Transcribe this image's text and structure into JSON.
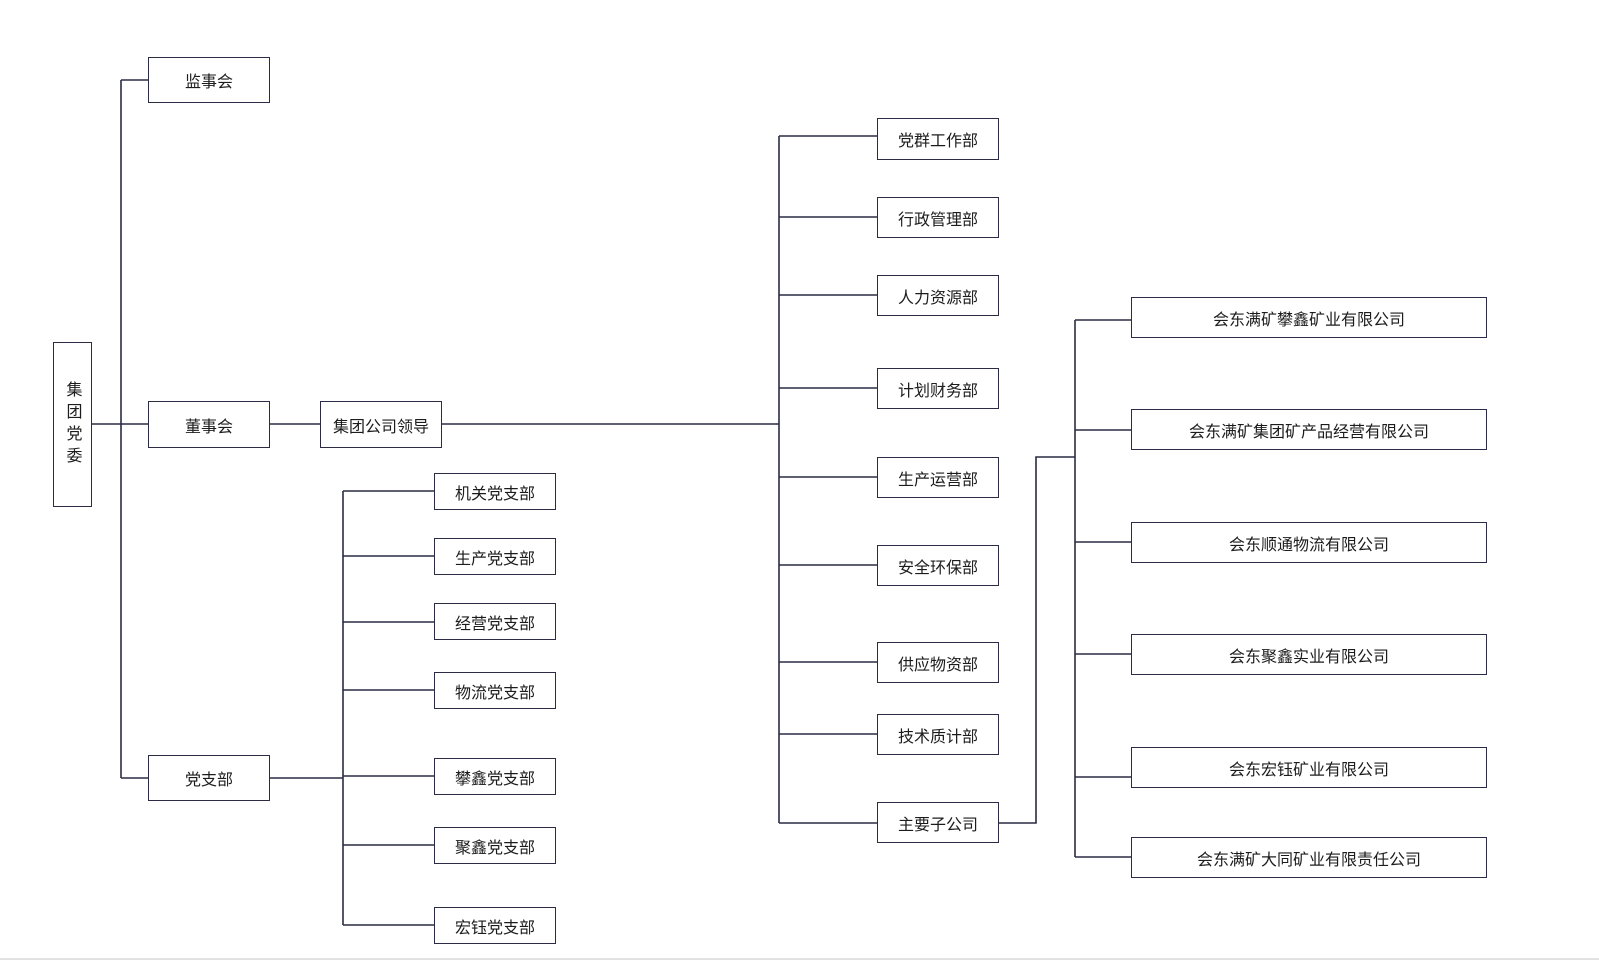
{
  "root": "集团党委",
  "level1": {
    "supervisory": "监事会",
    "board": "董事会",
    "party_branch": "党支部"
  },
  "leadership": "集团公司领导",
  "branches": [
    "机关党支部",
    "生产党支部",
    "经营党支部",
    "物流党支部",
    "攀鑫党支部",
    "聚鑫党支部",
    "宏钰党支部"
  ],
  "departments": [
    "党群工作部",
    "行政管理部",
    "人力资源部",
    "计划财务部",
    "生产运营部",
    "安全环保部",
    "供应物资部",
    "技术质计部",
    "主要子公司"
  ],
  "subsidiaries": [
    "会东满矿攀鑫矿业有限公司",
    "会东满矿集团矿产品经营有限公司",
    "会东顺通物流有限公司",
    "会东聚鑫实业有限公司",
    "会东宏钰矿业有限公司",
    "会东满矿大同矿业有限责任公司"
  ]
}
